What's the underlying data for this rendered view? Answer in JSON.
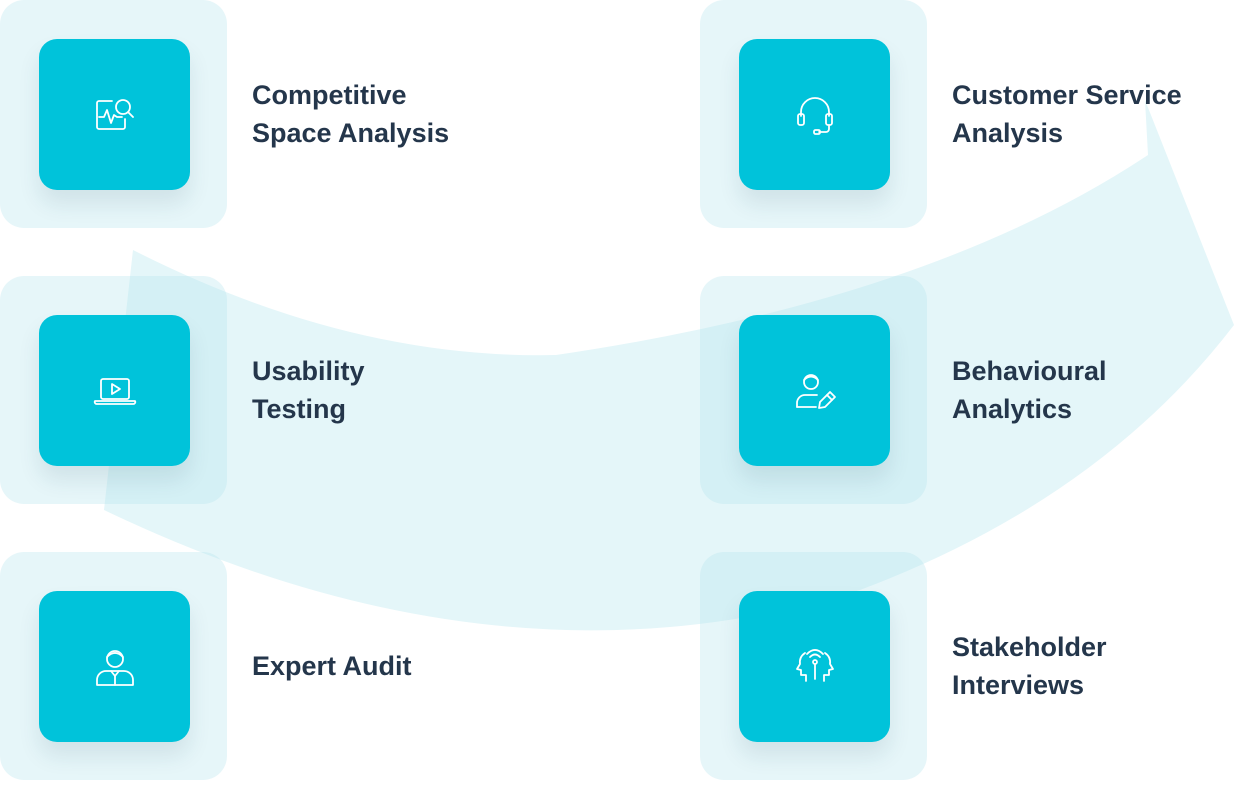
{
  "items": [
    {
      "id": "competitive-space-analysis",
      "lines": [
        "Competitive",
        "Space Analysis"
      ],
      "icon": "chart-magnifier-icon"
    },
    {
      "id": "customer-service-analysis",
      "lines": [
        "Customer Service",
        "Analysis"
      ],
      "icon": "headset-icon"
    },
    {
      "id": "usability-testing",
      "lines": [
        "Usability",
        "Testing"
      ],
      "icon": "laptop-play-icon"
    },
    {
      "id": "behavioural-analytics",
      "lines": [
        "Behavioural",
        "Analytics"
      ],
      "icon": "user-edit-icon"
    },
    {
      "id": "expert-audit",
      "lines": [
        "Expert Audit"
      ],
      "icon": "user-icon"
    },
    {
      "id": "stakeholder-interviews",
      "lines": [
        "Stakeholder",
        "Interviews"
      ],
      "icon": "faces-dialogue-icon"
    }
  ],
  "colors": {
    "tile_accent": "#00c3da",
    "text": "#24364b",
    "arrow": "#e4f6f9"
  }
}
